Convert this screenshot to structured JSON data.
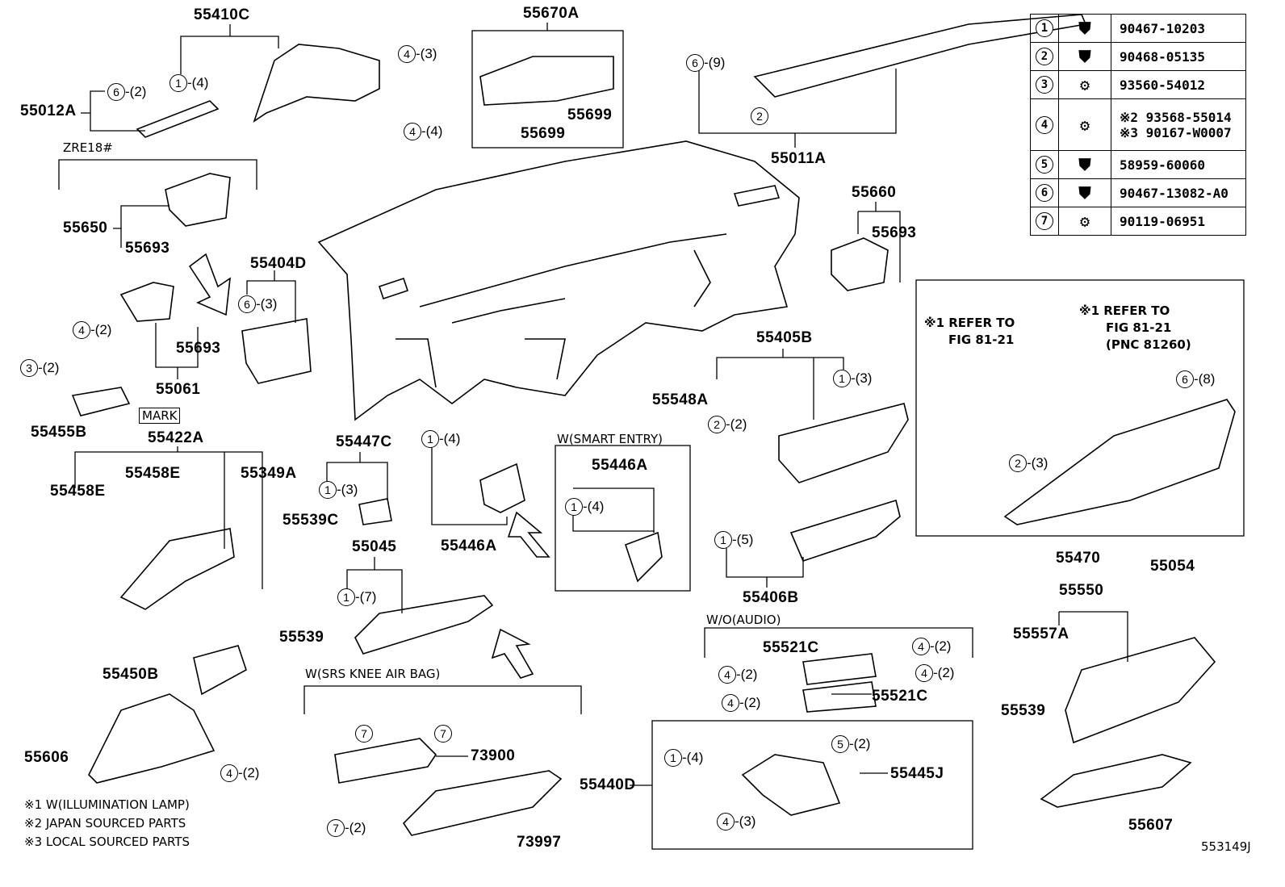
{
  "diagram_id": "553149J",
  "part_labels": [
    "55410C",
    "55012A",
    "55670A",
    "55699",
    "55699",
    "55011A",
    "55650",
    "55693",
    "55404D",
    "55693",
    "55061",
    "55455B",
    "55422A",
    "55458E",
    "55458E",
    "55349A",
    "55447C",
    "55539C",
    "55045",
    "55539",
    "55450B",
    "55606",
    "55446A",
    "55446A",
    "55548A",
    "55405B",
    "55406B",
    "55660",
    "55693",
    "55470",
    "55054",
    "55550",
    "55557A",
    "55539",
    "55607",
    "55521C",
    "55521C",
    "55440D",
    "55445J",
    "73900",
    "73997"
  ],
  "group_labels": {
    "zre": "ZRE18#",
    "smart_entry": "W(SMART ENTRY)",
    "wo_audio": "W/O(AUDIO)",
    "knee_airbag": "W(SRS KNEE AIR BAG)",
    "mark": "MARK",
    "refer1": [
      "※1 REFER TO",
      "FIG 81-21"
    ],
    "refer2": [
      "※1 REFER TO",
      "FIG 81-21",
      "(PNC 81260)"
    ]
  },
  "callouts": [
    {
      "num": "1",
      "qty": "-(4)"
    },
    {
      "num": "6",
      "qty": "-(2)"
    },
    {
      "num": "4",
      "qty": "-(3)"
    },
    {
      "num": "4",
      "qty": "-(4)"
    },
    {
      "num": "6",
      "qty": "-(9)"
    },
    {
      "num": "2",
      "qty": ""
    },
    {
      "num": "6",
      "qty": "-(3)"
    },
    {
      "num": "4",
      "qty": "-(2)"
    },
    {
      "num": "3",
      "qty": "-(2)"
    },
    {
      "num": "1",
      "qty": "-(3)"
    },
    {
      "num": "2",
      "qty": "-(2)"
    },
    {
      "num": "1",
      "qty": "-(5)"
    },
    {
      "num": "1",
      "qty": "-(4)"
    },
    {
      "num": "1",
      "qty": "-(3)"
    },
    {
      "num": "1",
      "qty": "-(7)"
    },
    {
      "num": "1",
      "qty": "-(4)"
    },
    {
      "num": "4",
      "qty": "-(2)"
    },
    {
      "num": "4",
      "qty": "-(2)"
    },
    {
      "num": "4",
      "qty": "-(2)"
    },
    {
      "num": "4",
      "qty": "-(2)"
    },
    {
      "num": "5",
      "qty": "-(2)"
    },
    {
      "num": "1",
      "qty": "-(4)"
    },
    {
      "num": "4",
      "qty": "-(3)"
    },
    {
      "num": "4",
      "qty": "-(2)"
    },
    {
      "num": "7",
      "qty": ""
    },
    {
      "num": "7",
      "qty": ""
    },
    {
      "num": "7",
      "qty": "-(2)"
    },
    {
      "num": "6",
      "qty": "-(8)"
    },
    {
      "num": "2",
      "qty": "-(3)"
    }
  ],
  "fastener_table": [
    {
      "num": "1",
      "icon": "clip-icon",
      "part": "90467-10203"
    },
    {
      "num": "2",
      "icon": "clip-icon",
      "part": "90468-05135"
    },
    {
      "num": "3",
      "icon": "screw-icon",
      "part": "93560-54012"
    },
    {
      "num": "4",
      "icon": "bolt-icon",
      "part": "※2 93568-55014",
      "part2": "※3 90167-W0007"
    },
    {
      "num": "5",
      "icon": "clip-icon",
      "part": "58959-60060"
    },
    {
      "num": "6",
      "icon": "clip-icon",
      "part": "90467-13082-A0"
    },
    {
      "num": "7",
      "icon": "bolt-icon",
      "part": "90119-06951"
    }
  ],
  "notes": [
    "※1 W(ILLUMINATION LAMP)",
    "※2 JAPAN SOURCED PARTS",
    "※3 LOCAL SOURCED PARTS"
  ]
}
